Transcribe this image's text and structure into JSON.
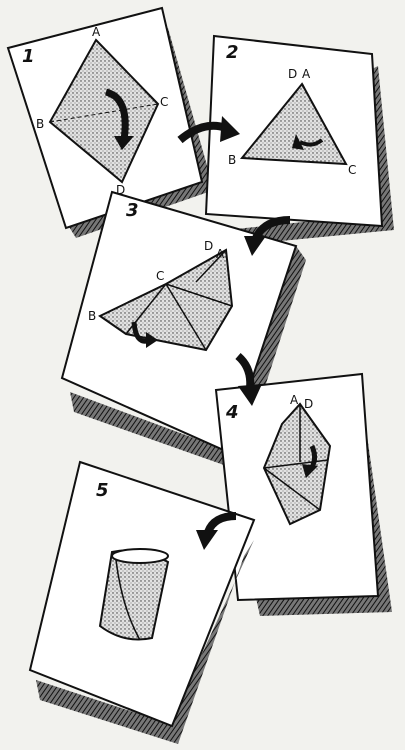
{
  "panels": [
    {
      "number": "1",
      "vertices": [
        "A",
        "B",
        "C",
        "D"
      ]
    },
    {
      "number": "2",
      "vertices": [
        "D",
        "A",
        "B",
        "C"
      ]
    },
    {
      "number": "3",
      "vertices": [
        "D",
        "A",
        "C",
        "B"
      ]
    },
    {
      "number": "4",
      "vertices": [
        "A",
        "D"
      ]
    },
    {
      "number": "5",
      "vertices": []
    }
  ],
  "colors": {
    "ink": "#111111",
    "paper": "#ffffff",
    "shadow": "#555555",
    "stipple": "#bdbdbd",
    "background": "#f2f2ee"
  },
  "icons": [
    "curved-arrow-icon"
  ]
}
